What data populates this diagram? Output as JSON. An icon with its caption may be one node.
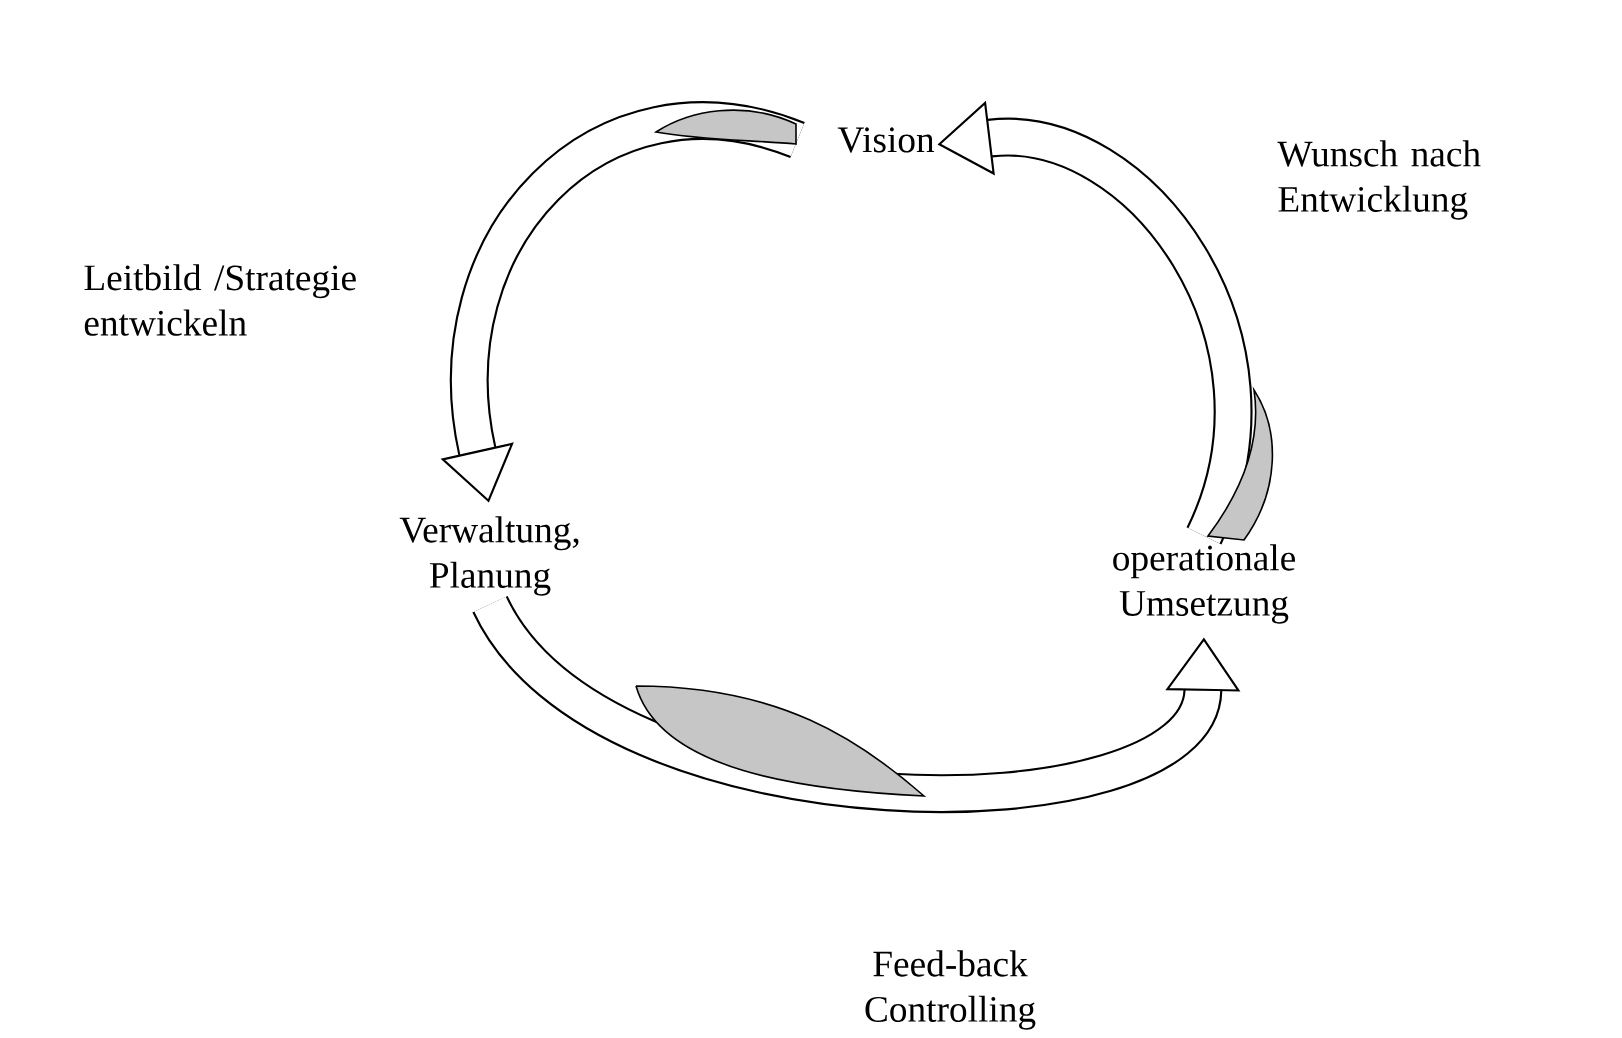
{
  "diagram": {
    "nodes": [
      {
        "text": [
          "Vision"
        ]
      },
      {
        "text": [
          "Verwaltung, Planung"
        ]
      },
      {
        "text": [
          "operationale Umsetzung"
        ]
      }
    ],
    "edges": [
      {
        "from": 0,
        "to": 1,
        "arrow": "to",
        "label": "Leitbild /Strategie entwickeln"
      },
      {
        "from": 2,
        "to": 0,
        "arrow": "to",
        "label": "Wunsch nach Entwicklung"
      },
      {
        "from": 1,
        "to": 2,
        "arrow": "to",
        "label": "Feed-back Controlling"
      }
    ]
  }
}
